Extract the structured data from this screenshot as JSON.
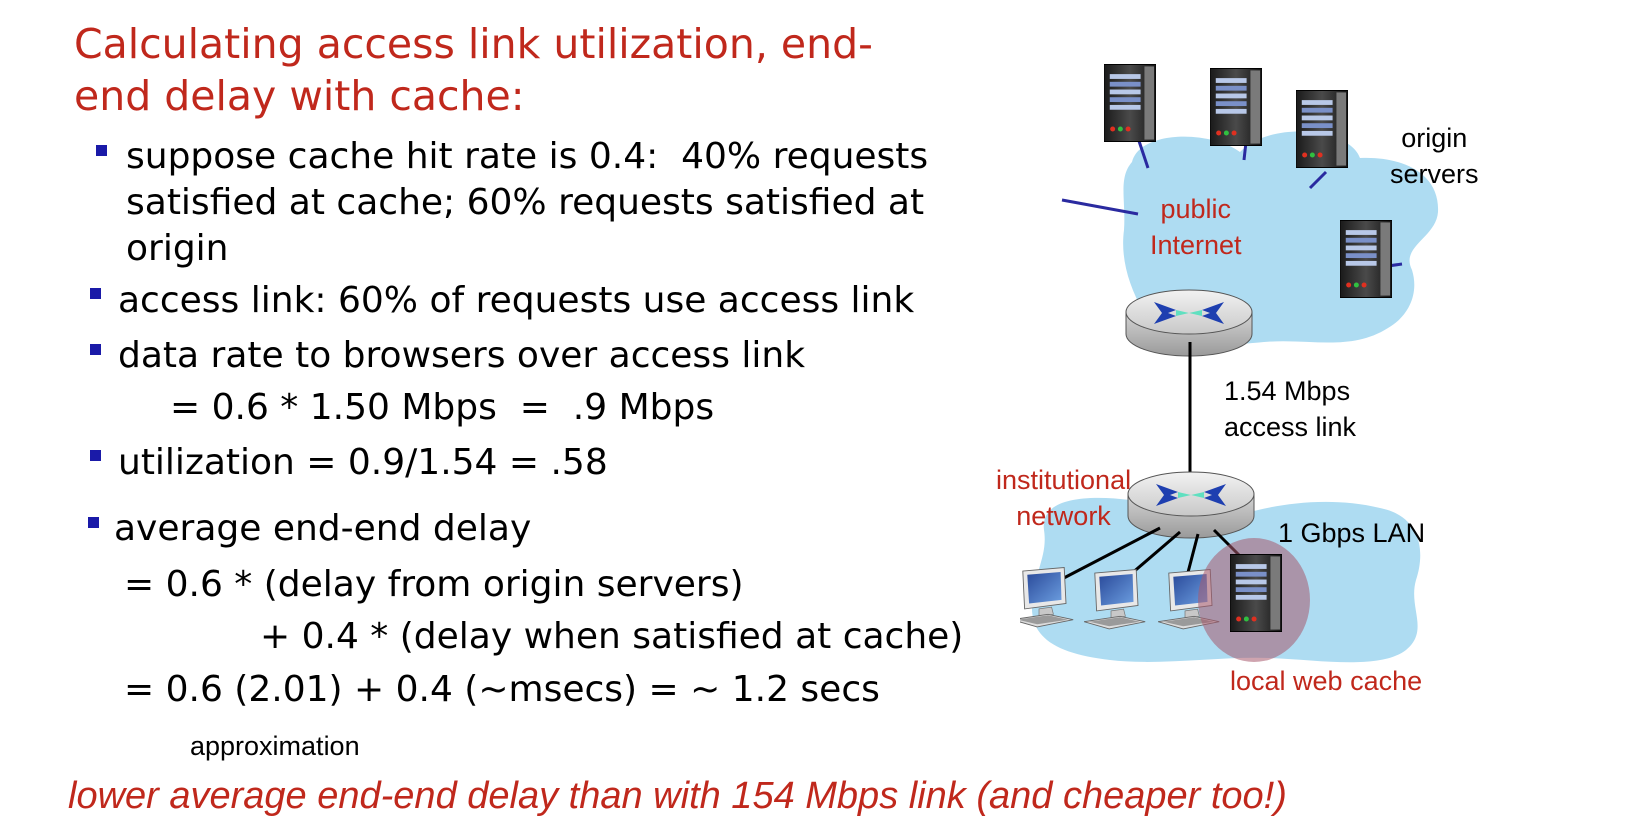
{
  "subtitle": {
    "line1": "Calculating access link utilization, end-",
    "line2": "end delay with cache:"
  },
  "bullets": {
    "cache_hit": {
      "line1": "suppose cache hit rate is 0.4:  40% requests",
      "line2": "satisfied at cache; 60% requests satisfied at",
      "line3": "origin"
    },
    "access_link": "access link: 60% of requests use access link",
    "data_rate": {
      "line1": "data rate to browsers over access link",
      "line2": "= 0.6 * 1.50 Mbps  =  .9 Mbps"
    },
    "utilization": "utilization = 0.9/1.54 = .58",
    "delay": {
      "line1": "average end-end delay",
      "line2": "= 0.6 * (delay from origin servers)",
      "line3": "+ 0.4 * (delay when satisfied at cache)",
      "line4": "= 0.6 (2.01) + 0.4 (~msecs) = ~ 1.2 secs",
      "note": "approximation"
    }
  },
  "footer": "lower average end-end delay than with 154 Mbps link (and cheaper too!)",
  "diagram": {
    "origin_servers": "origin\nservers",
    "public_internet": "public\nInternet",
    "access_link": "1.54 Mbps\naccess link",
    "institutional_network": "institutional\nnetwork",
    "lan": "1 Gbps LAN",
    "local_cache": "local web cache"
  },
  "colors": {
    "accent_red": "#c0281c",
    "bullet_blue": "#1a1aa8",
    "cloud_blue": "#aedcf2",
    "cache_highlight": "#a85a6e"
  }
}
